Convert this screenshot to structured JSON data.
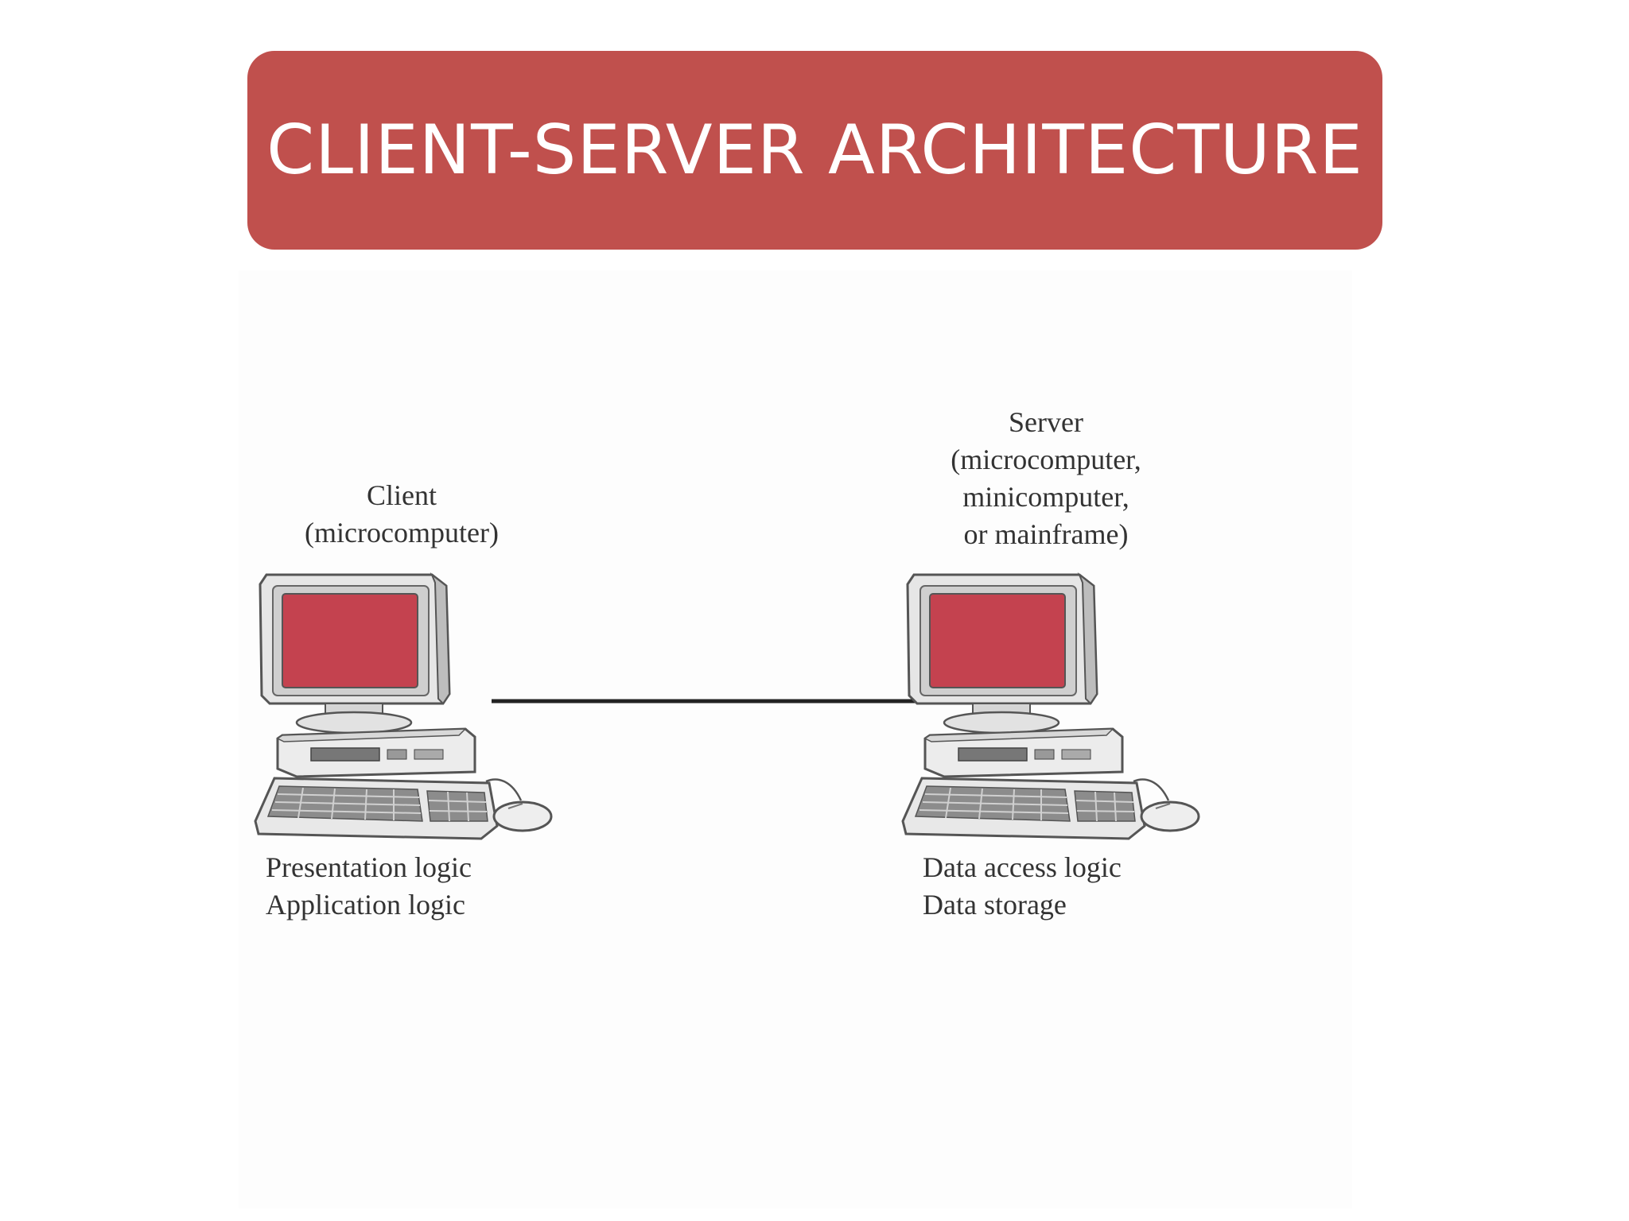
{
  "title": "CLIENT-SERVER ARCHITECTURE",
  "colors": {
    "banner": "#c0504d",
    "screen": "#c4424f",
    "link": "#222222"
  },
  "client": {
    "heading_line1": "Client",
    "heading_line2": "(microcomputer)",
    "role_line1": "Presentation logic",
    "role_line2": "Application logic"
  },
  "server": {
    "heading_line1": "Server",
    "heading_line2": "(microcomputer,",
    "heading_line3": "minicomputer,",
    "heading_line4": "or mainframe)",
    "role_line1": "Data access logic",
    "role_line2": "Data storage"
  }
}
